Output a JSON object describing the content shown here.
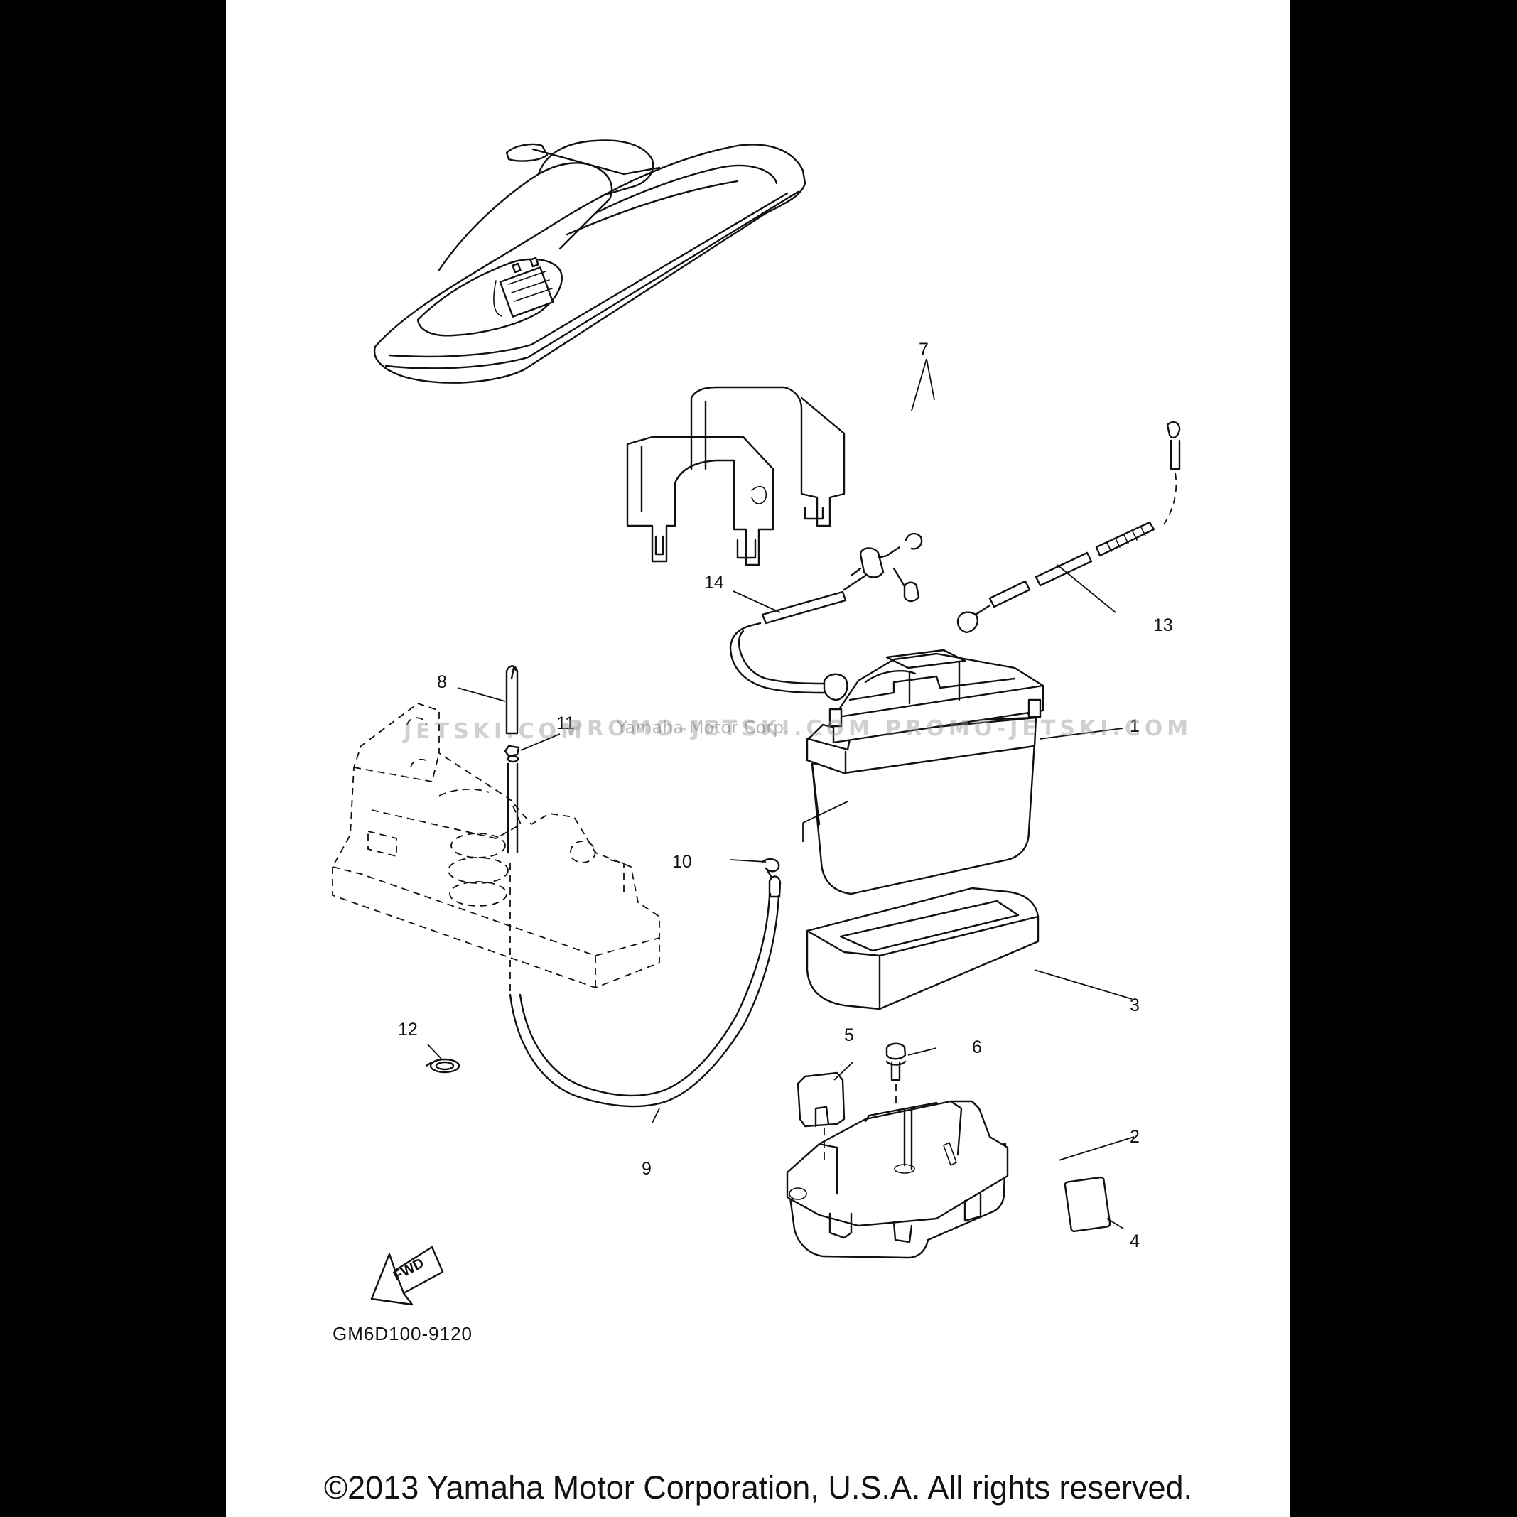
{
  "figure": {
    "code": "GM6D100-9120",
    "direction_label": "FWD",
    "copyright": "©2013 Yamaha Motor Corporation, U.S.A. All rights reserved."
  },
  "watermarks": {
    "left": "JETSKI.COM",
    "center": "PROMO-JETSKI.COM PROMO-JETSKI.COM",
    "overlay": "Yamaha Motor Corp."
  },
  "callouts": [
    {
      "id": "1",
      "label": "1"
    },
    {
      "id": "2",
      "label": "2"
    },
    {
      "id": "3",
      "label": "3"
    },
    {
      "id": "4",
      "label": "4"
    },
    {
      "id": "5",
      "label": "5"
    },
    {
      "id": "6",
      "label": "6"
    },
    {
      "id": "7",
      "label": "7"
    },
    {
      "id": "8",
      "label": "8"
    },
    {
      "id": "9",
      "label": "9"
    },
    {
      "id": "10",
      "label": "10"
    },
    {
      "id": "11",
      "label": "11"
    },
    {
      "id": "12",
      "label": "12"
    },
    {
      "id": "13",
      "label": "13"
    },
    {
      "id": "14",
      "label": "14"
    }
  ]
}
